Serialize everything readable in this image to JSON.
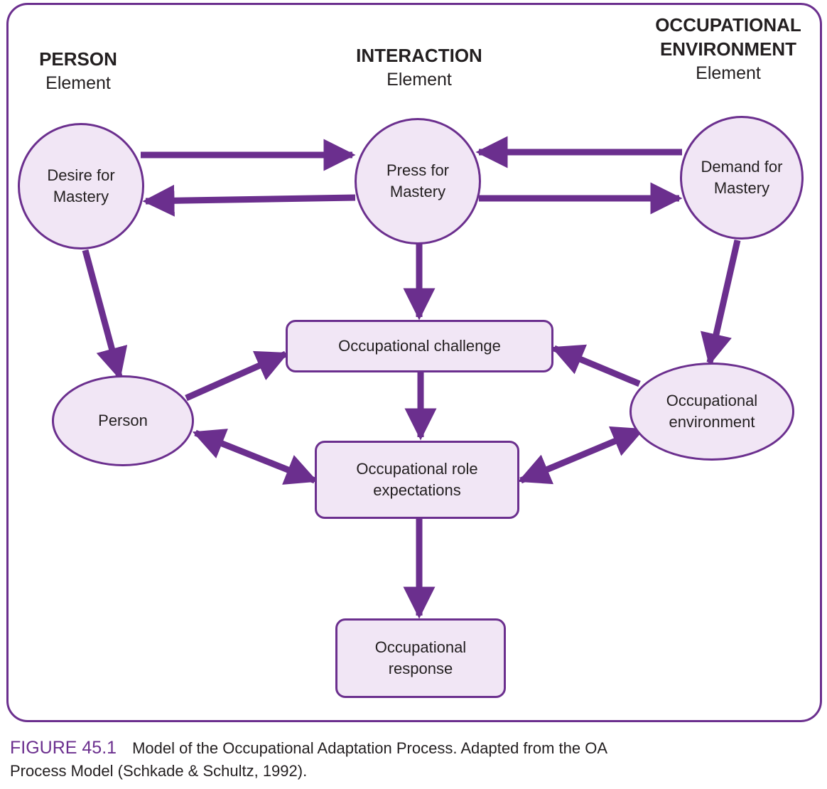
{
  "headers": {
    "person": {
      "bold": "PERSON",
      "sub": "Element"
    },
    "interaction": {
      "bold": "INTERACTION",
      "sub": "Element"
    },
    "environment": {
      "bold1": "OCCUPATIONAL",
      "bold2": "ENVIRONMENT",
      "sub": "Element"
    }
  },
  "nodes": {
    "desire": {
      "line1": "Desire for",
      "line2": "Mastery"
    },
    "press": {
      "line1": "Press for",
      "line2": "Mastery"
    },
    "demand": {
      "line1": "Demand for",
      "line2": "Mastery"
    },
    "challenge": {
      "line1": "Occupational challenge"
    },
    "person": {
      "line1": "Person"
    },
    "environment": {
      "line1": "Occupational",
      "line2": "environment"
    },
    "role": {
      "line1": "Occupational role",
      "line2": "expectations"
    },
    "response": {
      "line1": "Occupational",
      "line2": "response"
    }
  },
  "caption": {
    "figure": "FIGURE 45.1",
    "line1": "Model of the Occupational Adaptation Process. Adapted from the OA",
    "line2": "Process Model (Schkade & Schultz, 1992)."
  },
  "colors": {
    "accent": "#6b2f8e",
    "node_fill": "#f1e6f5"
  }
}
